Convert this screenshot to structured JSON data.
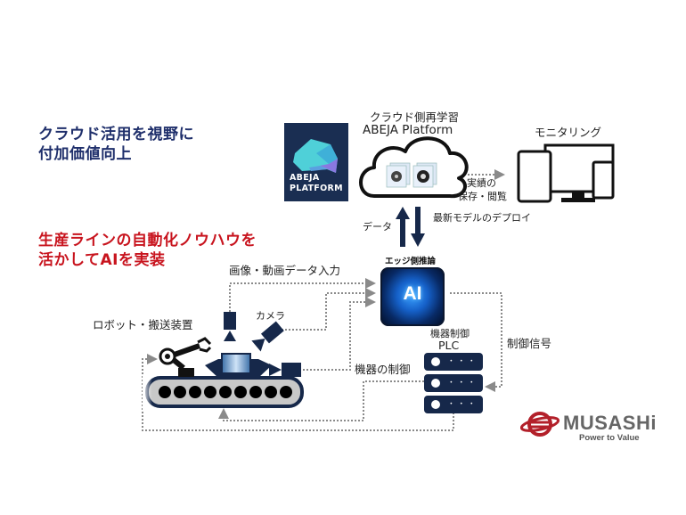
{
  "headlines": {
    "cloud_value": [
      "クラウド活用を視野に",
      "付加価値向上"
    ],
    "line_ai": [
      "生産ラインの自動化ノウハウを",
      "活かしてAIを実装"
    ]
  },
  "cloud": {
    "title_line1": "クラウド側再学習",
    "title_line2": "ABEJA Platform",
    "icon": "cloud-icon"
  },
  "abeja_logo": {
    "line1": "ABEJA",
    "line2": "PLATFORM"
  },
  "monitoring": {
    "label": "モニタリング",
    "icon": "devices-icon"
  },
  "store_view": {
    "line1": "実績の",
    "line2": "保存・閲覧"
  },
  "data_arrow": {
    "up_label": "データ",
    "down_label": "最新モデルのデプロイ"
  },
  "edge": {
    "label": "エッジ側推論",
    "ai_text": "AI"
  },
  "inputs": {
    "image_video_label": "画像・動画データ入力",
    "camera_label": "カメラ",
    "robot_label": "ロボット・搬送装置"
  },
  "plc": {
    "label_line1": "機器制御",
    "label_line2": "PLC",
    "control_signal_label": "制御信号",
    "device_control_label": "機器の制御",
    "led_glyph": "• • •"
  },
  "brand": {
    "name": "MUSASHi",
    "tagline": "Power to Value"
  },
  "colors": {
    "headline_blue": "#1f2f6b",
    "headline_red": "#c8141e",
    "navy": "#16284a",
    "dotted_line": "#8a8a8a",
    "musashi_red": "#b3202a"
  }
}
